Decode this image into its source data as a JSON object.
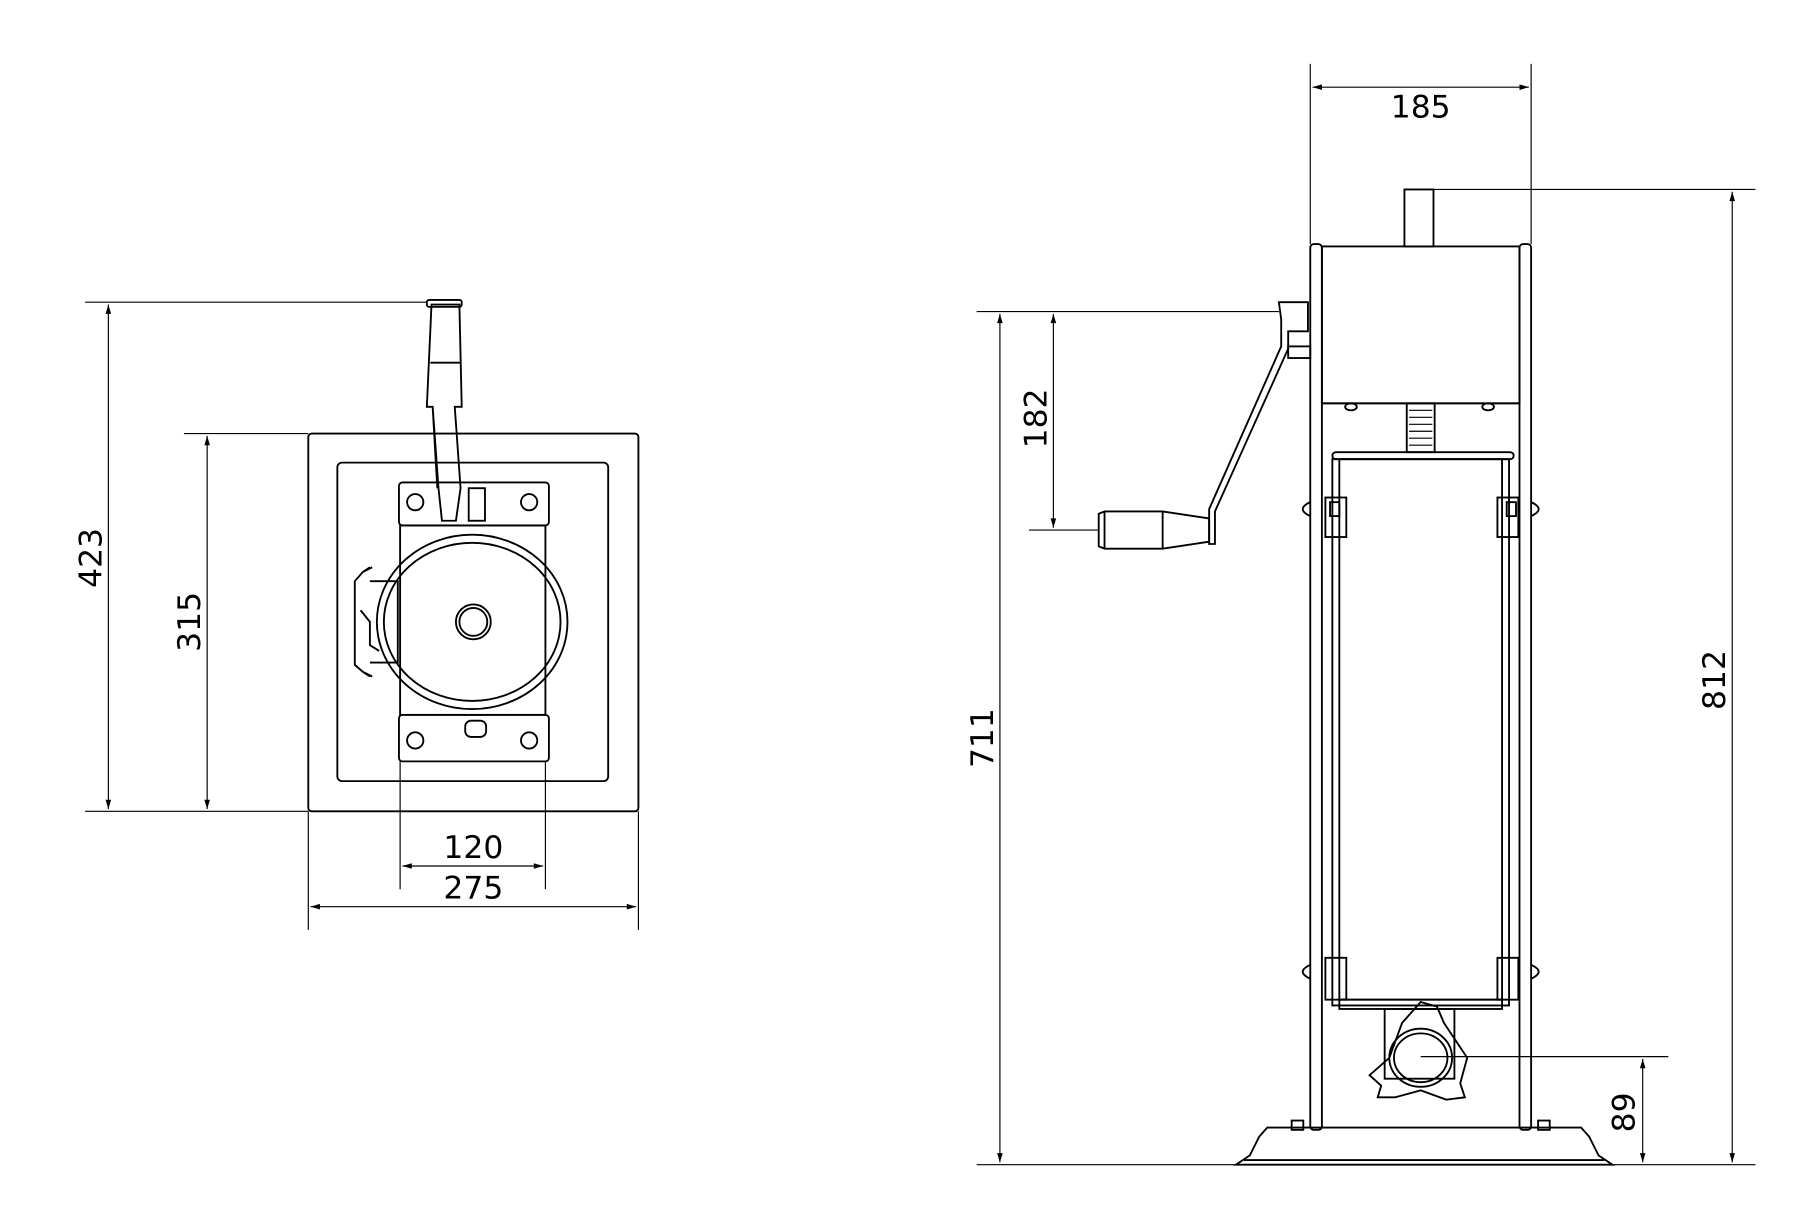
{
  "top_view": {
    "dimensions": {
      "handle_reach": "423",
      "base_depth": "315",
      "body_width": "120",
      "base_width": "275"
    }
  },
  "side_view": {
    "dimensions": {
      "frame_width": "185",
      "crank_height": "182",
      "crank_axis_height": "711",
      "overall_height": "812",
      "outlet_height": "89"
    }
  },
  "colors": {
    "line": "#000000",
    "background": "#ffffff"
  }
}
